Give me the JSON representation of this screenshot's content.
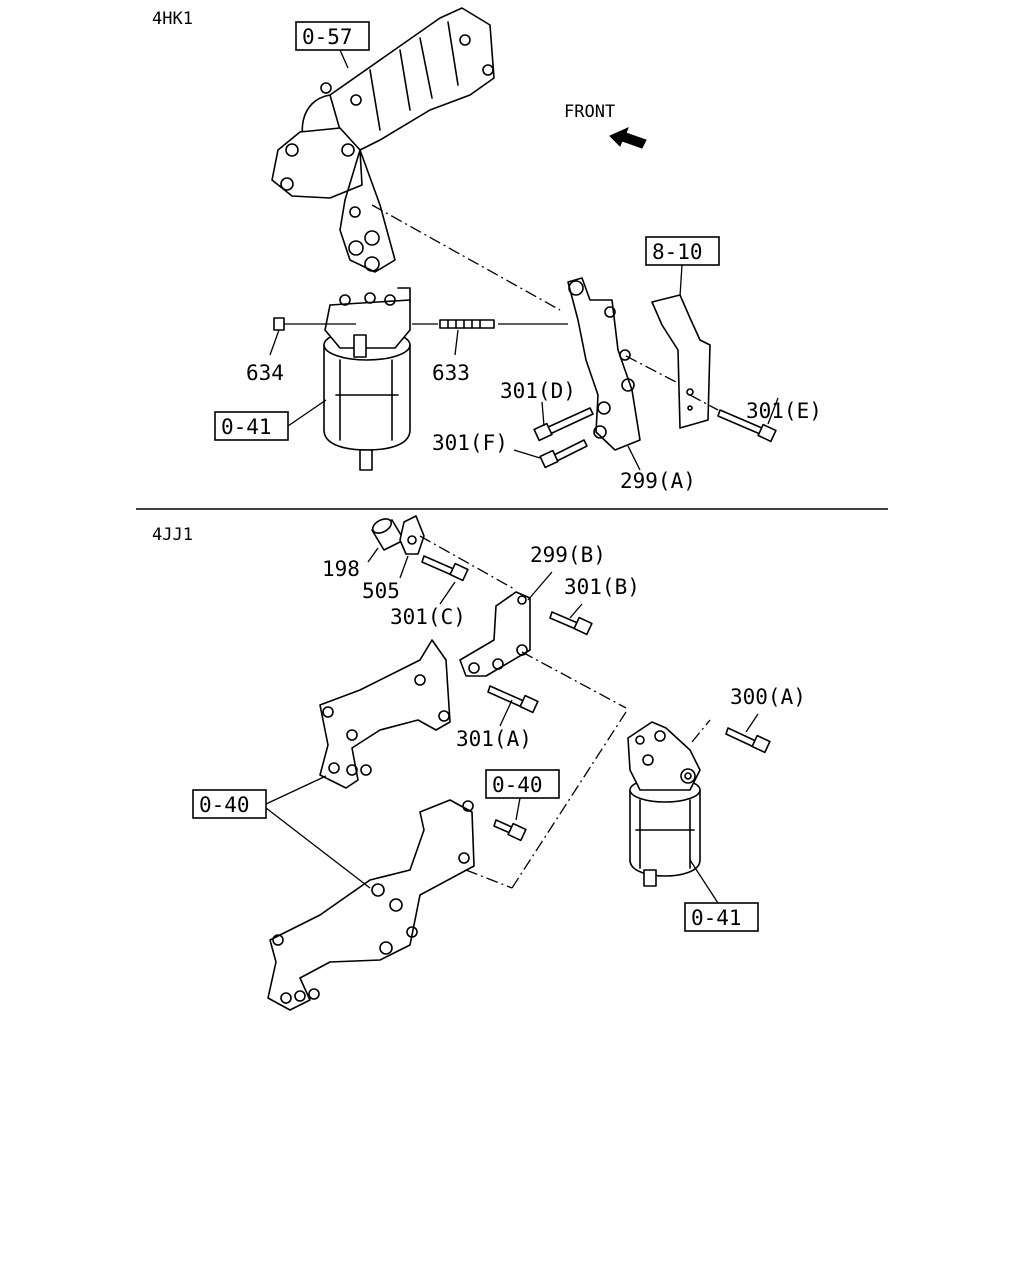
{
  "sections": [
    {
      "label": "4HK1"
    },
    {
      "label": "4JJ1"
    }
  ],
  "front_label": "FRONT",
  "callouts": {
    "top": {
      "ref_0_57": "0-57",
      "ref_8_10": "8-10",
      "ref_0_41": "0-41",
      "p634": "634",
      "p633": "633",
      "p301D": "301(D)",
      "p301F": "301(F)",
      "p301E": "301(E)",
      "p299A": "299(A)"
    },
    "bottom": {
      "p198": "198",
      "p505": "505",
      "p301C": "301(C)",
      "p299B": "299(B)",
      "p301B": "301(B)",
      "p301A": "301(A)",
      "p300A": "300(A)",
      "ref_0_40a": "0-40",
      "ref_0_40b": "0-40",
      "ref_0_41": "0-41"
    }
  }
}
